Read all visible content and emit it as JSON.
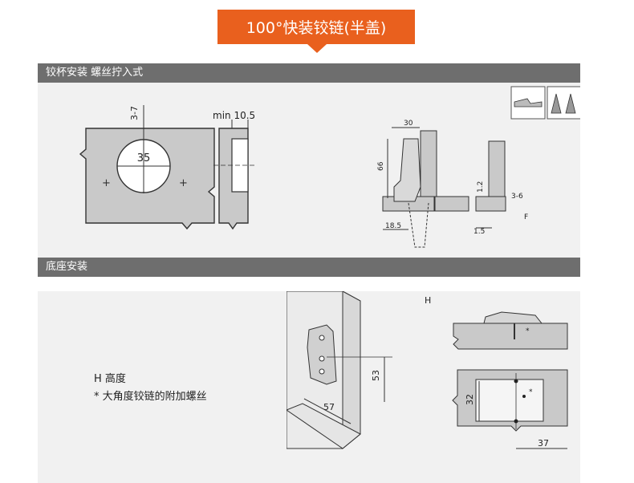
{
  "header": {
    "title": "100°快装铰链(半盖)"
  },
  "section_cup": {
    "heading": "铰杯安装 螺丝拧入式",
    "labels": {
      "edge_distance": "3-7",
      "cup_diameter": "35",
      "min_thickness": "min 10.5",
      "arm_width": "30",
      "arm_height": "66",
      "overlay_offset": "18.5",
      "gap": "1.2",
      "range": "3-6",
      "f_label": "F",
      "gap2": "1.5"
    }
  },
  "section_base": {
    "heading": "底座安装",
    "notes": {
      "line1": "H 高度",
      "line2": "* 大角度铰链的附加螺丝"
    },
    "labels": {
      "dim_53": "53",
      "dim_57": "57",
      "h_label": "H",
      "star": "*",
      "dim_32": "32",
      "dim_37": "37"
    }
  }
}
